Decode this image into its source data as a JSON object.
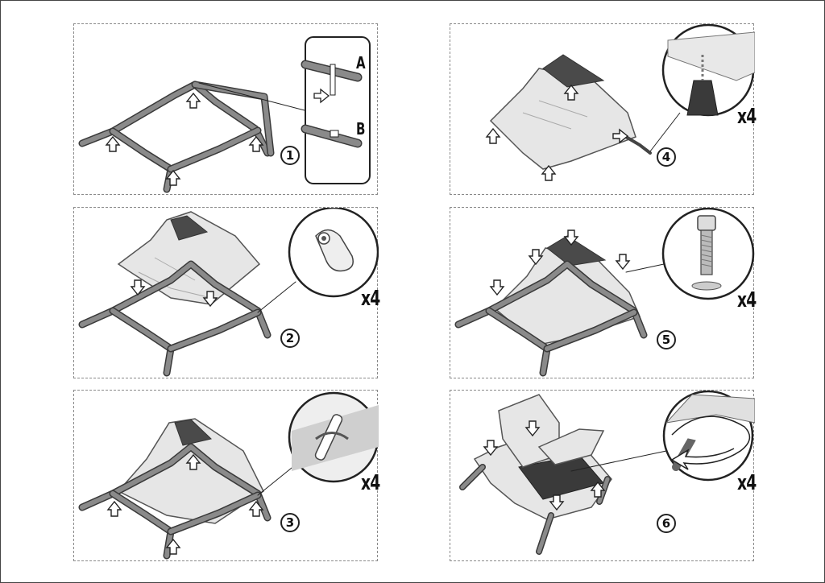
{
  "steps": [
    {
      "number": "1",
      "detail_labels": [
        "A",
        "B"
      ],
      "quantity": ""
    },
    {
      "number": "2",
      "quantity": "x4"
    },
    {
      "number": "3",
      "quantity": "x4"
    },
    {
      "number": "4",
      "quantity": "x4"
    },
    {
      "number": "5",
      "quantity": "x4"
    },
    {
      "number": "6",
      "quantity": "x4"
    }
  ],
  "colors": {
    "tube": "#7a7a7a",
    "tube_edge": "#3a3a3a",
    "shell": "#e6e6e6",
    "shell_edge": "#555555",
    "line": "#222222"
  }
}
